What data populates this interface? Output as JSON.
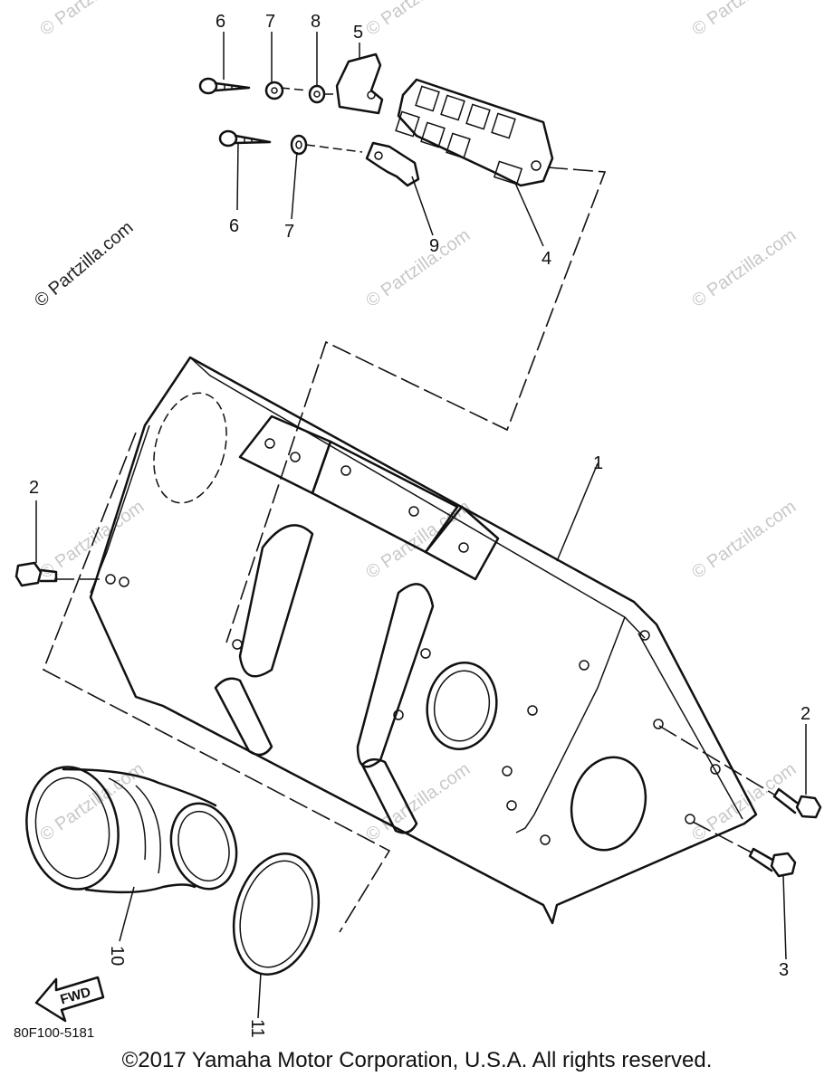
{
  "watermarks": [
    "© Partzilla.com"
  ],
  "callouts": {
    "c1": "1",
    "c2a": "2",
    "c2b": "2",
    "c3": "3",
    "c4": "4",
    "c5": "5",
    "c6a": "6",
    "c6b": "6",
    "c7a": "7",
    "c7b": "7",
    "c8": "8",
    "c9": "9",
    "c10": "10",
    "c11": "11"
  },
  "fwd_label": "FWD",
  "diagram_code": "80F100-5181",
  "copyright": "©2017 Yamaha Motor Corporation, U.S.A. All rights reserved."
}
